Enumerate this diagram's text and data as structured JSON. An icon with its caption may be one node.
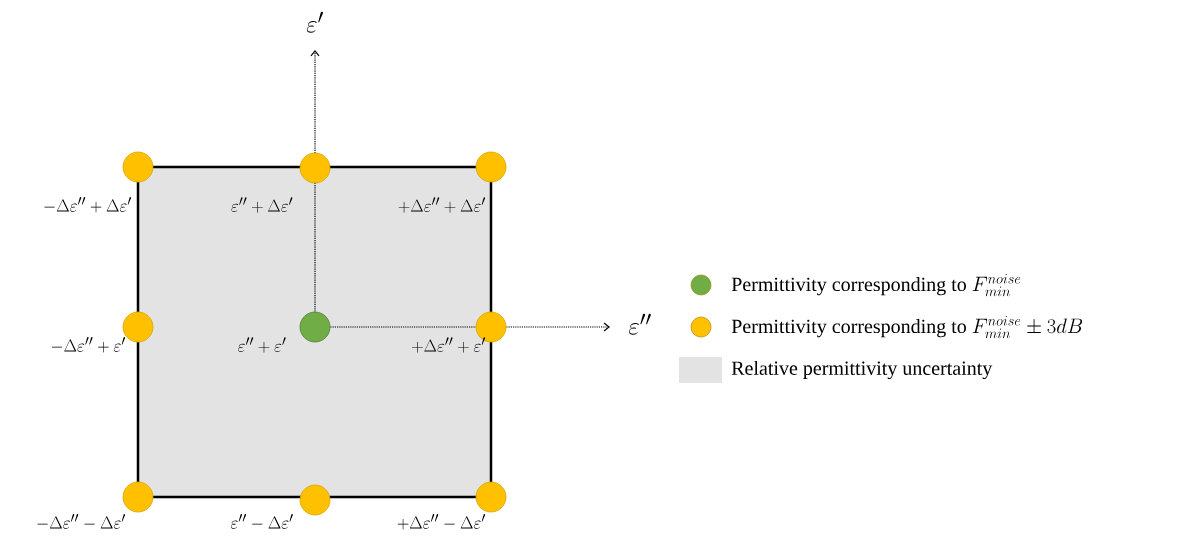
{
  "diagram": {
    "nodes": [
      {
        "text": [],
        "shape": "box"
      },
      {
        "text": [],
        "shape": "circle",
        "beside": [
          "-\\Delta\\varepsilon'' + \\Delta\\varepsilon'"
        ]
      },
      {
        "text": [],
        "shape": "circle",
        "beside": [
          "\\varepsilon'' + \\Delta\\varepsilon'"
        ]
      },
      {
        "text": [],
        "shape": "circle",
        "beside": [
          "+\\Delta\\varepsilon'' + \\Delta\\varepsilon'"
        ]
      },
      {
        "text": [],
        "shape": "circle",
        "beside": [
          "-\\Delta\\varepsilon'' + \\varepsilon'"
        ]
      },
      {
        "text": [],
        "shape": "circle",
        "in": 0,
        "beside": [
          "\\varepsilon'' + \\varepsilon'"
        ]
      },
      {
        "text": [],
        "shape": "circle",
        "beside": [
          "+\\Delta\\varepsilon'' + \\varepsilon'"
        ]
      },
      {
        "text": [],
        "shape": "circle",
        "beside": [
          "-\\Delta\\varepsilon'' - \\Delta\\varepsilon'"
        ]
      },
      {
        "text": [],
        "shape": "circle",
        "beside": [
          "\\varepsilon'' - \\Delta\\varepsilon'"
        ]
      },
      {
        "text": [],
        "shape": "circle",
        "beside": [
          "+\\Delta\\varepsilon'' - \\Delta\\varepsilon'"
        ]
      }
    ],
    "labels": [
      "\\varepsilon'",
      "\\varepsilon''"
    ],
    "legend": [
      {
        "text": "\\mbox{Permittivity corresponding to }F_{min}^{noise}",
        "color": "#70ad47"
      },
      {
        "text": "\\mbox{Permittivity corresponding to }F_{min}^{noise} \\pm 3dB",
        "color": "#ffc000"
      },
      {
        "text": "\\mbox{Relative permittivity uncertainty}"
      }
    ]
  }
}
